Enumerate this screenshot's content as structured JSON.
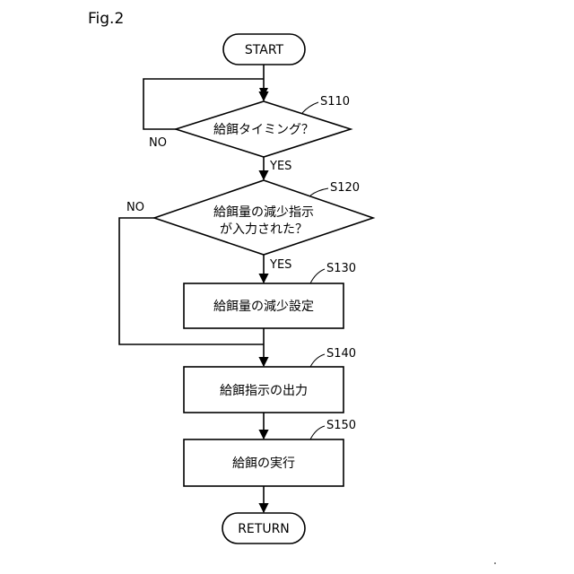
{
  "figure_label": "Fig.2",
  "terminals": {
    "start": "START",
    "return": "RETURN"
  },
  "steps": {
    "s110": {
      "id": "S110",
      "text": "給餌タイミング？"
    },
    "s120": {
      "id": "S120",
      "line1": "給餌量の減少指示",
      "line2": "が入力された？"
    },
    "s130": {
      "id": "S130",
      "text": "給餌量の減少設定"
    },
    "s140": {
      "id": "S140",
      "text": "給餌指示の出力"
    },
    "s150": {
      "id": "S150",
      "text": "給餌の実行"
    }
  },
  "branch_labels": {
    "s110_no": "NO",
    "s110_yes": "YES",
    "s120_no": "NO",
    "s120_yes": "YES"
  }
}
